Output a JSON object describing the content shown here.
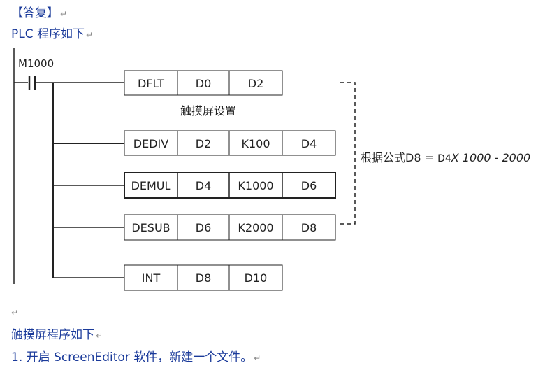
{
  "header": {
    "answer": "【答复】",
    "plc_intro": "PLC 程序如下"
  },
  "ladder": {
    "contact": "M1000",
    "rows": [
      {
        "cells": [
          "DFLT",
          "D0",
          "D2"
        ],
        "caption": "触摸屏设置"
      },
      {
        "cells": [
          "DEDIV",
          "D2",
          "K100",
          "D4"
        ]
      },
      {
        "cells": [
          "DEMUL",
          "D4",
          "K1000",
          "D6"
        ]
      },
      {
        "cells": [
          "DESUB",
          "D6",
          "K2000",
          "D8"
        ]
      },
      {
        "cells": [
          "INT",
          "D8",
          "D10"
        ]
      }
    ],
    "formula": {
      "prefix": "根据公式D8 = ",
      "d4": "D4",
      "rest": "X 1000 - 2000"
    }
  },
  "footer": {
    "touch_intro": "触摸屏程序如下",
    "step1": "1. 开启 ScreenEditor 软件，新建一个文件。"
  }
}
